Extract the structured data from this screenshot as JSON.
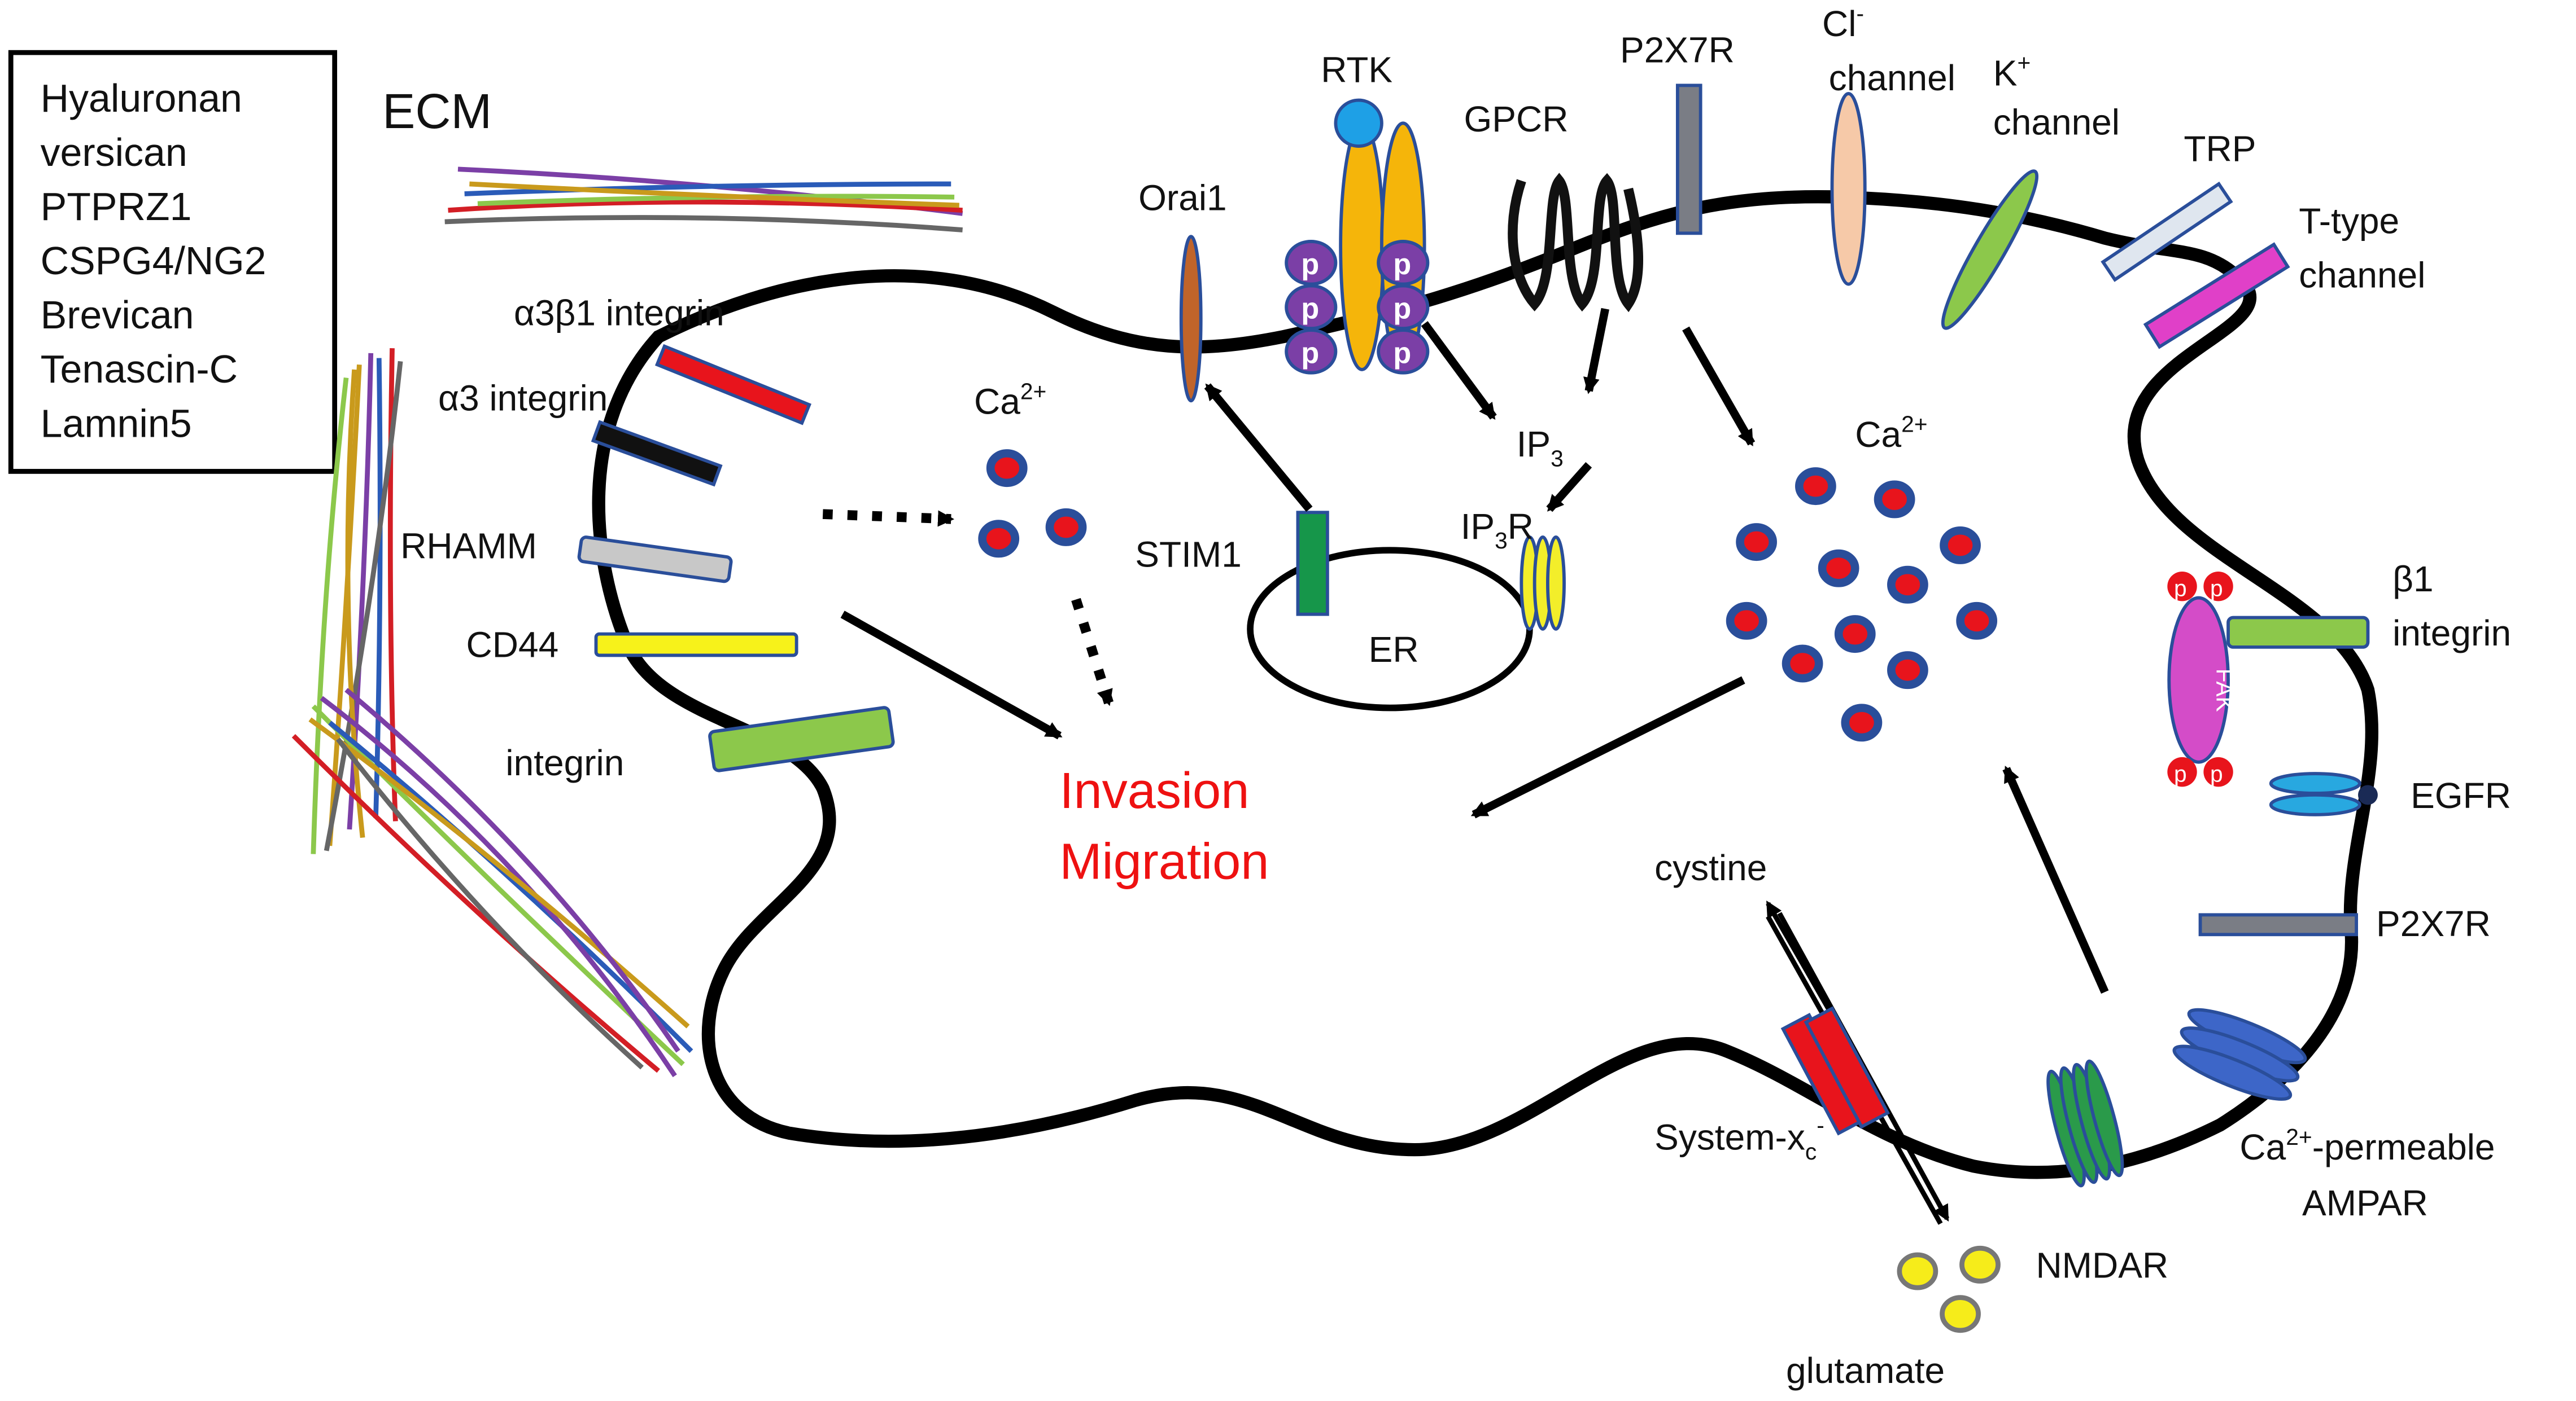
{
  "ecm": {
    "title": "ECM",
    "components": [
      "Hyaluronan",
      "versican",
      "PTPRZ1",
      "CSPG4/NG2",
      "Brevican",
      "Tenascin-C",
      "Lamnin5"
    ]
  },
  "receptors_left": {
    "a3b1_integrin": "α3β1 integrin",
    "a3_integrin": "α3 integrin",
    "rhamm": "RHAMM",
    "cd44": "CD44",
    "integrin": "integrin"
  },
  "top_channels": {
    "orai1": "Orai1",
    "rtk": "RTK",
    "gpcr": "GPCR",
    "p2x7r": "P2X7R",
    "cl_channel_main": "Cl",
    "cl_channel_sup": "-",
    "cl_channel_line2": "channel",
    "k_channel_main": "K",
    "k_channel_sup": "+",
    "k_channel_line2": "channel",
    "trp": "TRP",
    "ttype_line1": "T-type",
    "ttype_line2": "channel"
  },
  "phospho_letter": "p",
  "intracellular": {
    "ca_left_main": "Ca",
    "ca_left_sup": "2+",
    "ca_right_main": "Ca",
    "ca_right_sup": "2+",
    "ip3_main": "IP",
    "ip3_sub": "3",
    "ip3r_main": "IP",
    "ip3r_sub": "3",
    "ip3r_tail": "R",
    "stim1": "STIM1",
    "er": "ER",
    "outcome_line1": "Invasion",
    "outcome_line2": "Migration"
  },
  "right_side": {
    "b1_integrin_line1": "β1",
    "b1_integrin_line2": "integrin",
    "fak": "FAK",
    "egfr": "EGFR",
    "p2x7r": "P2X7R",
    "ampar_sup": "2+",
    "ampar_line1_pre": "Ca",
    "ampar_line1_post": "-permeable",
    "ampar_line2": "AMPAR",
    "nmdar": "NMDAR"
  },
  "bottom": {
    "cystine": "cystine",
    "system_xc_main": "System-x",
    "system_xc_sub": "c",
    "system_xc_sup": "-",
    "glutamate": "glutamate"
  },
  "colors": {
    "ca_ion": "#e8141c",
    "invasion_text": "#ee1111",
    "a3b1_integrin": "#e8141c",
    "a3_integrin": "#111111",
    "rhamm": "#c8c8c8",
    "cd44": "#f7f21a",
    "integrin": "#8cc84b",
    "orai1": "#c0642a",
    "rtk": "#f5b50a",
    "rtk_ligand": "#1ea0e6",
    "phospho": "#7b3fa6",
    "p2x7r": "#7a7d85",
    "cl_channel": "#f6c9a8",
    "k_channel": "#8cc84b",
    "trp": "#dfe6ef",
    "ttype": "#e040c8",
    "stim1": "#16964a",
    "ip3r": "#f3ee2a",
    "fak": "#d44cc8",
    "egfr": "#28a8e0",
    "ampar": "#3d66c8",
    "nmdar": "#2a9a4a",
    "system_xc": "#e8141c",
    "glutamate": "#f6ec1a"
  }
}
